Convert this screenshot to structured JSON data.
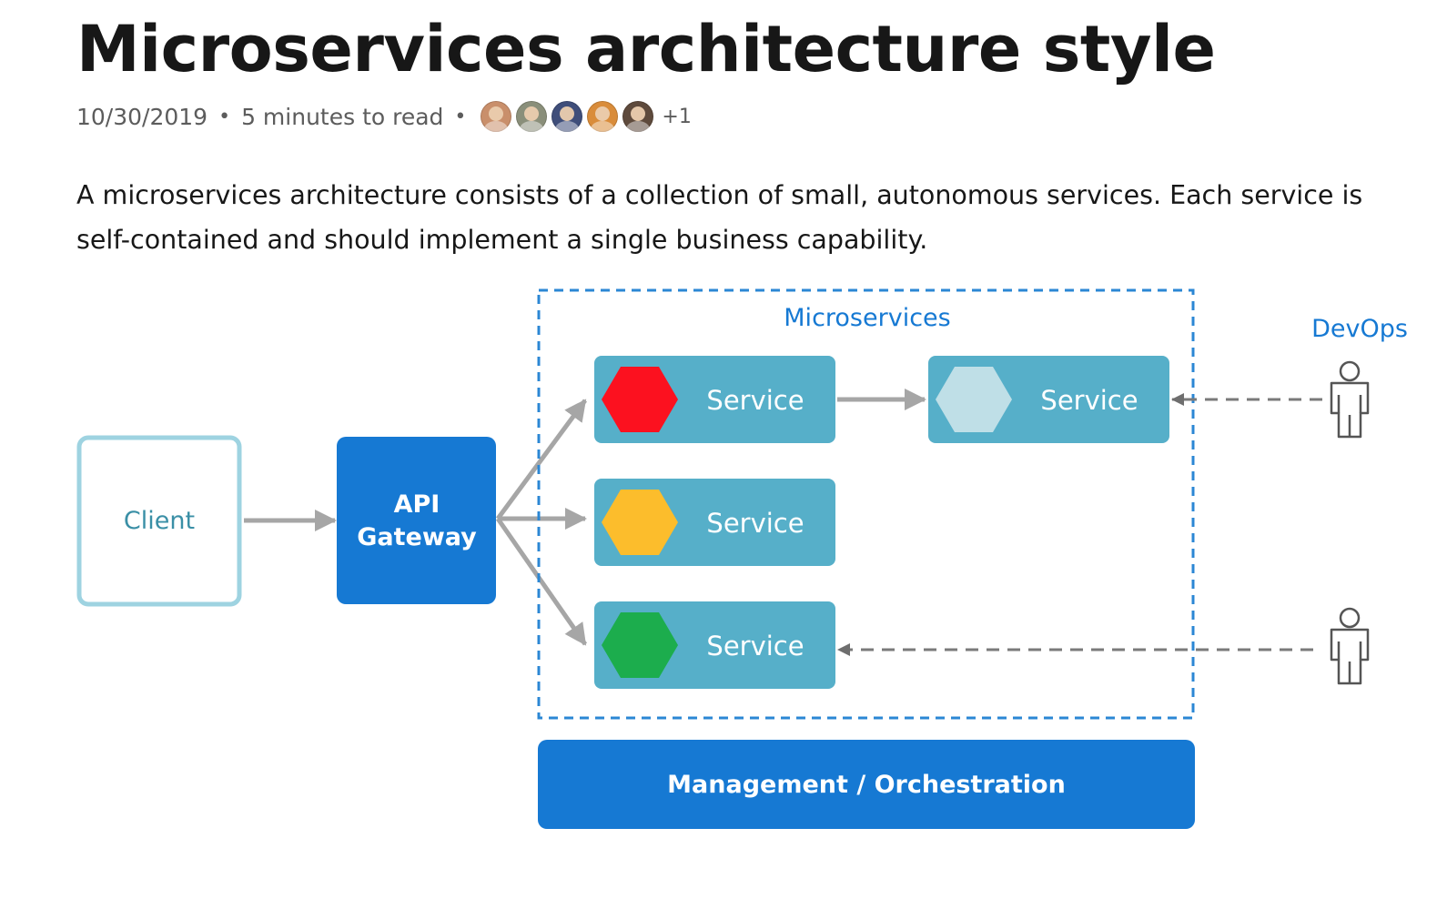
{
  "article": {
    "title": "Microservices architecture style",
    "date": "10/30/2019",
    "read_time": "5 minutes to read",
    "separator": "•",
    "contributors": [
      {
        "name": "contributor-1-avatar",
        "color": "#c98f6b"
      },
      {
        "name": "contributor-2-avatar",
        "color": "#8a8f7a"
      },
      {
        "name": "contributor-3-avatar",
        "color": "#3f4e7a"
      },
      {
        "name": "contributor-4-avatar",
        "color": "#d98c3a"
      },
      {
        "name": "contributor-5-avatar",
        "color": "#5e4a3c"
      }
    ],
    "more_contributors": "+1",
    "intro": "A microservices architecture consists of a collection of small, autonomous services. Each service is self-contained and should implement a single business capability."
  },
  "diagram": {
    "client_label": "Client",
    "gateway_label_line1": "API",
    "gateway_label_line2": "Gateway",
    "microservices_label": "Microservices",
    "devops_label": "DevOps",
    "management_label": "Management / Orchestration",
    "services": [
      {
        "label": "Service",
        "hex_color": "#fc111f"
      },
      {
        "label": "Service",
        "hex_color": "#bfdfe7"
      },
      {
        "label": "Service",
        "hex_color": "#fcbd2c"
      },
      {
        "label": "Service",
        "hex_color": "#1cad4d"
      }
    ],
    "colors": {
      "accent_blue": "#1679d3",
      "service_teal": "#56afc9",
      "client_border": "#9ed3e1",
      "client_text": "#3a8fa6",
      "dashed_border": "#2b87d4",
      "arrow_gray": "#a6a6a6",
      "dash_gray": "#7a7a7a"
    },
    "icons": [
      "person-icon",
      "person-icon"
    ]
  }
}
